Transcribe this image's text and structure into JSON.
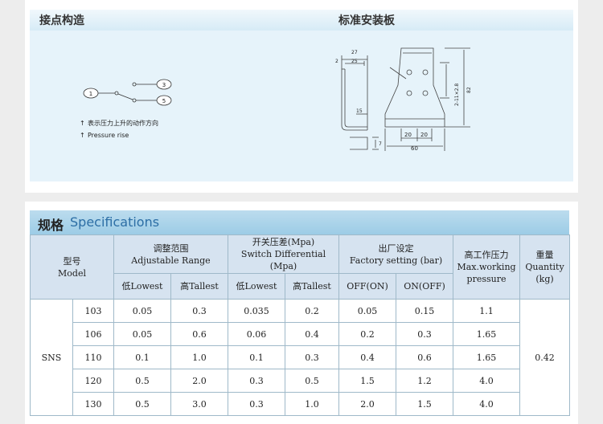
{
  "header": {
    "contact_title": "接点构造",
    "plate_title": "标准安装板"
  },
  "contact": {
    "terminal_1": "1",
    "terminal_3": "3",
    "terminal_5": "5",
    "arrow_symbol": "↑",
    "note_cn": "表示压力上升的动作方向",
    "note_en": "Pressure rise"
  },
  "plate": {
    "dim_27": "27",
    "dim_25": "25",
    "dim_2": "2",
    "dim_15": "15",
    "dim_82": "82",
    "dim_hole": "2-11×2.8",
    "dim_20a": "20",
    "dim_20b": "20",
    "dim_60": "60",
    "dim_7": "7"
  },
  "specs": {
    "title_cn": "规格",
    "title_en": "Specifications",
    "headers": {
      "model_cn": "型号",
      "model_en": "Model",
      "adj_cn": "调整范围",
      "adj_en": "Adjustable Range",
      "diff_cn": "开关压差(Mpa)",
      "diff_en": "Switch Differential (Mpa)",
      "factory_cn": "出厂设定",
      "factory_en": "Factory setting (bar)",
      "maxwp_cn": "高工作压力",
      "maxwp_en1": "Max.working",
      "maxwp_en2": "pressure",
      "weight_cn": "重量",
      "weight_en1": "Quantity",
      "weight_en2": "(kg)"
    },
    "subheaders": {
      "low_cn": "低",
      "low_en": "Lowest",
      "high_cn": "高",
      "high_en": "Tallest",
      "off_on": "OFF(ON)",
      "on_off": "ON(OFF)"
    },
    "model": "SNS",
    "weight": "0.42",
    "rows": [
      {
        "code": "103",
        "adj_low": "0.05",
        "adj_high": "0.3",
        "diff_low": "0.035",
        "diff_high": "0.2",
        "off_on": "0.05",
        "on_off": "0.15",
        "max_wp": "1.1"
      },
      {
        "code": "106",
        "adj_low": "0.05",
        "adj_high": "0.6",
        "diff_low": "0.06",
        "diff_high": "0.4",
        "off_on": "0.2",
        "on_off": "0.3",
        "max_wp": "1.65"
      },
      {
        "code": "110",
        "adj_low": "0.1",
        "adj_high": "1.0",
        "diff_low": "0.1",
        "diff_high": "0.3",
        "off_on": "0.4",
        "on_off": "0.6",
        "max_wp": "1.65"
      },
      {
        "code": "120",
        "adj_low": "0.5",
        "adj_high": "2.0",
        "diff_low": "0.3",
        "diff_high": "0.5",
        "off_on": "1.5",
        "on_off": "1.2",
        "max_wp": "4.0"
      },
      {
        "code": "130",
        "adj_low": "0.5",
        "adj_high": "3.0",
        "diff_low": "0.3",
        "diff_high": "1.0",
        "off_on": "2.0",
        "on_off": "1.5",
        "max_wp": "4.0"
      }
    ]
  }
}
